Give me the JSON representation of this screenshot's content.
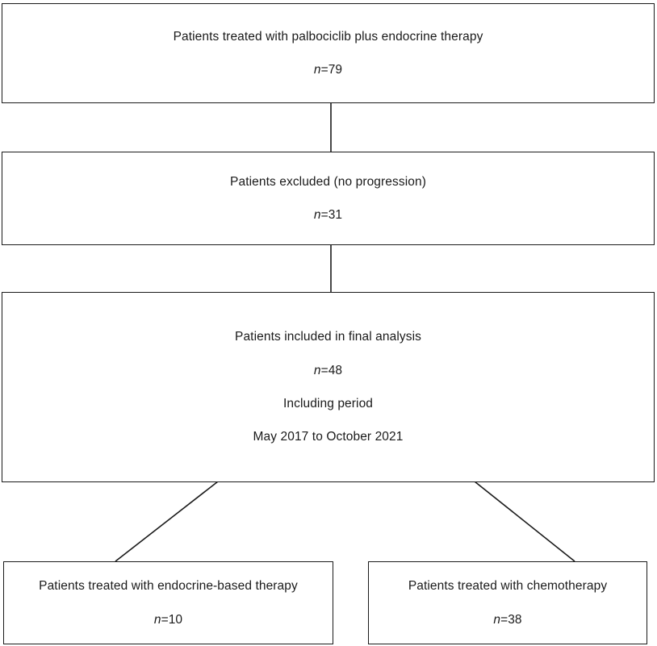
{
  "chart_data": {
    "type": "diagram",
    "diagram_kind": "consort-flowchart",
    "title": "",
    "orientation": "top-to-bottom",
    "nodes": [
      {
        "id": "box-1",
        "label": "Patients treated with palbociclib plus endocrine therapy",
        "count_symbol": "n",
        "count_separator": "=",
        "count_value": "79",
        "count_text": "n=79"
      },
      {
        "id": "box-2",
        "label": "Patients excluded (no progression)",
        "count_symbol": "n",
        "count_separator": "=",
        "count_value": "31",
        "count_text": "n=31"
      },
      {
        "id": "box-3",
        "label": "Patients included in final analysis",
        "count_symbol": "n",
        "count_separator": "=",
        "count_value": "48",
        "count_text": "n=48",
        "extra_line_1": "Including period",
        "extra_line_2": "May 2017 to October 2021"
      },
      {
        "id": "box-4",
        "label": "Patients treated with endocrine-based therapy",
        "count_symbol": "n",
        "count_separator": "=",
        "count_value": "10",
        "count_text": "n=10"
      },
      {
        "id": "box-5",
        "label": "Patients treated with chemotherapy",
        "count_symbol": "n",
        "count_separator": "=",
        "count_value": "38",
        "count_text": "n=38"
      }
    ],
    "edges": [
      {
        "id": "edge-1-2",
        "from": "box-1",
        "to": "box-2",
        "style": "vertical"
      },
      {
        "id": "edge-2-3",
        "from": "box-2",
        "to": "box-3",
        "style": "vertical"
      },
      {
        "id": "edge-3-4",
        "from": "box-3",
        "to": "box-4",
        "style": "diagonal-left"
      },
      {
        "id": "edge-3-5",
        "from": "box-3",
        "to": "box-5",
        "style": "diagonal-right"
      }
    ],
    "colors": {
      "background": "#ffffff",
      "border": "#1a1a1a",
      "text": "#1a1a1a",
      "connector": "#1a1a1a"
    }
  },
  "boxes": {
    "box1": {
      "text": "Patients treated with palbociclib plus endocrine therapy",
      "n_symbol": "n",
      "n_value": "=79"
    },
    "box2": {
      "text": "Patients excluded (no progression)",
      "n_symbol": "n",
      "n_value": "=31"
    },
    "box3": {
      "text": "Patients included in final analysis",
      "n_symbol": "n",
      "n_value": "=48",
      "period_label": "Including period",
      "period_range": "May 2017 to October 2021"
    },
    "box4": {
      "text": "Patients treated with endocrine-based therapy",
      "n_symbol": "n",
      "n_value": "=10"
    },
    "box5": {
      "text": "Patients treated with chemotherapy",
      "n_symbol": "n",
      "n_value": "=38"
    }
  }
}
